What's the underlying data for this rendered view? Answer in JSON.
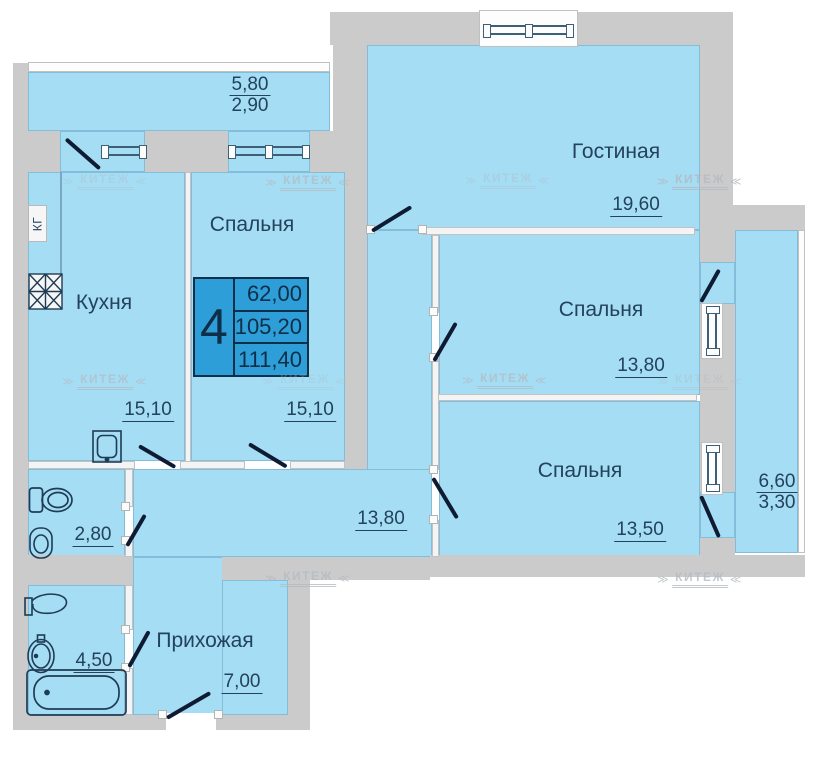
{
  "plan": {
    "info_box": {
      "rooms_count": "4",
      "values": [
        "62,00",
        "105,20",
        "111,40"
      ]
    },
    "rooms": {
      "kitchen": {
        "name": "Кухня",
        "area": "15,10"
      },
      "bedroom1": {
        "name": "Спальня",
        "area": "15,10"
      },
      "living": {
        "name": "Гостиная",
        "area": "19,60"
      },
      "bedroom2": {
        "name": "Спальня",
        "area": "13,80"
      },
      "bedroom3": {
        "name": "Спальня",
        "area": "13,50"
      },
      "corridor": {
        "area": "13,80"
      },
      "hallway": {
        "name": "Прихожая",
        "area": "7,00"
      },
      "wc": {
        "area": "2,80"
      },
      "bathroom": {
        "area": "4,50"
      },
      "balcony_top": {
        "area_full": "5,80",
        "area_half": "2,90"
      },
      "balcony_right": {
        "area_full": "6,60",
        "area_half": "3,30"
      },
      "closet": {
        "name": "КГ"
      }
    },
    "watermark": {
      "text": "КИТЕЖ"
    },
    "colors": {
      "room_fill": "#a4ddf4",
      "wall": "#cbcbcb",
      "accent_box": "#2d9ed8",
      "text": "#23425d",
      "door_line": "#0e1b33",
      "watermark": "#b4bcc3"
    }
  }
}
